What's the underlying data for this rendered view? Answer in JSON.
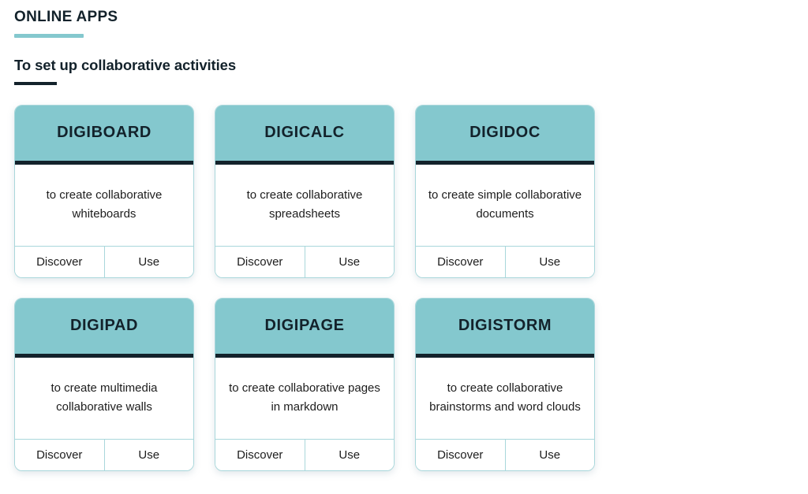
{
  "header": {
    "eyebrow": "ONLINE APPS",
    "subheading": "To set up collaborative activities",
    "accent_color": "#84c8ce",
    "rule_color": "#13222b"
  },
  "actions": {
    "discover_label": "Discover",
    "use_label": "Use"
  },
  "cards": [
    {
      "title": "DIGIBOARD",
      "description": "to create collaborative whiteboards",
      "discover_label": "Discover",
      "use_label": "Use"
    },
    {
      "title": "DIGICALC",
      "description": "to create collaborative spreadsheets",
      "discover_label": "Discover",
      "use_label": "Use"
    },
    {
      "title": "DIGIDOC",
      "description": "to create simple collaborative documents",
      "discover_label": "Discover",
      "use_label": "Use"
    },
    {
      "title": "DIGIPAD",
      "description": "to create multimedia collaborative walls",
      "discover_label": "Discover",
      "use_label": "Use"
    },
    {
      "title": "DIGIPAGE",
      "description": "to create collaborative pages in markdown",
      "discover_label": "Discover",
      "use_label": "Use"
    },
    {
      "title": "DIGISTORM",
      "description": "to create collaborative brainstorms and word clouds",
      "discover_label": "Discover",
      "use_label": "Use"
    }
  ]
}
